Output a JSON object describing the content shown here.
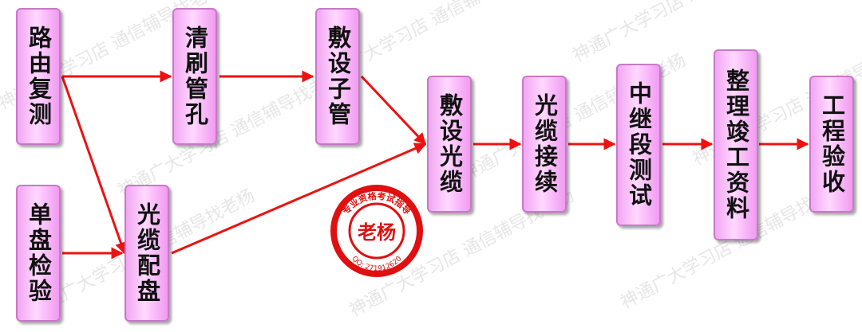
{
  "watermark": "神通广大学习店 通信辅导找老杨",
  "nodes": {
    "route_review": "路由复测",
    "single_reel_check": "单盘检验",
    "clean_duct": "清刷管孔",
    "cable_allocation": "光缆配盘",
    "lay_subduct": "敷设子管",
    "lay_cable": "敷设光缆",
    "cable_splicing": "光缆接续",
    "relay_test": "中继段测试",
    "as_built_docs": "整理竣工资料",
    "acceptance": "工程验收"
  },
  "stamp": {
    "name": "老杨",
    "ring_text": "专业资格考试指导",
    "qq": "QQ: 271912620"
  },
  "colors": {
    "arrow": "#ee1111",
    "box_edge": "#c878c8",
    "stamp": "#e01010"
  }
}
